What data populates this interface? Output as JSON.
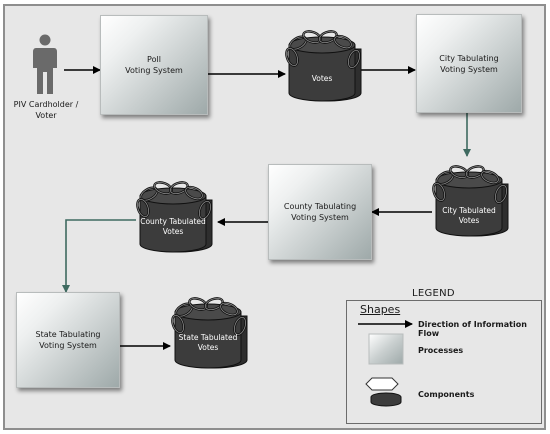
{
  "person": {
    "caption": "PIV Cardholder /\nVoter",
    "icon": "person-icon"
  },
  "processes": {
    "poll": "Poll\nVoting System",
    "city": "City Tabulating\nVoting System",
    "county": "County Tabulating\nVoting System",
    "state": "State Tabulating\nVoting System"
  },
  "components": {
    "votes": "Votes",
    "city_tabulated": "City Tabulated\nVotes",
    "county_tabulated": "County Tabulated\nVotes",
    "state_tabulated": "State Tabulated\nVotes"
  },
  "legend": {
    "title": "LEGEND",
    "shapes_heading": "Shapes",
    "direction_label": "Direction of Information Flow",
    "processes_label": "Processes",
    "components_label": "Components"
  },
  "colors": {
    "background": "#e7e7e7",
    "cylinder_fill": "#3c3c3c",
    "flow_arrow": "#000000",
    "teal_connector": "#3f6a60"
  }
}
